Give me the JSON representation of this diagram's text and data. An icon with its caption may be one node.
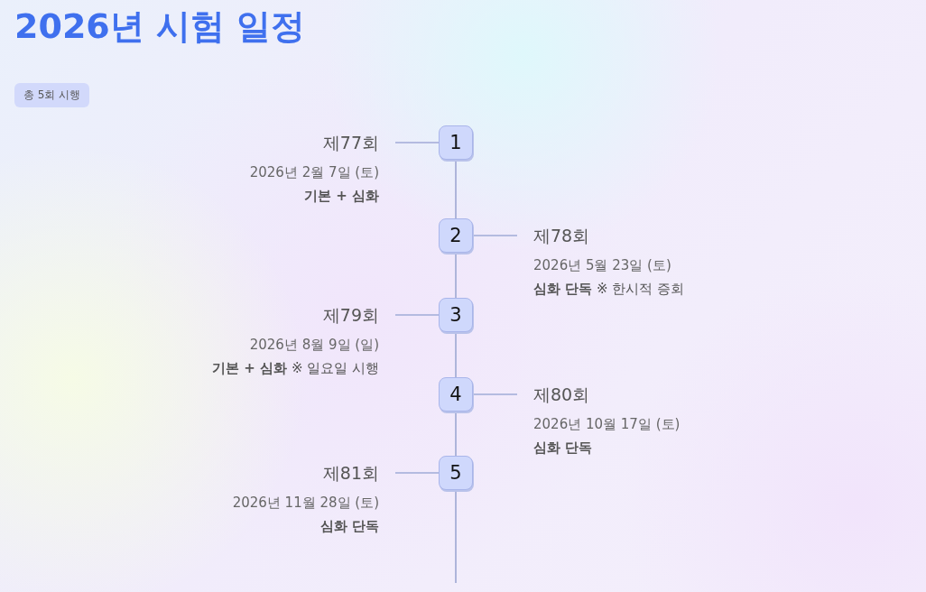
{
  "diagram": {
    "title": "2026년 시험 일정",
    "nodes": [
      {
        "text": [
          "총 5회 시행"
        ]
      },
      {
        "text": [
          "1"
        ]
      },
      {
        "text": [
          "제77회",
          "2026년 2월 7일 (토)",
          "기본 + 심화"
        ]
      },
      {
        "text": [
          "2"
        ]
      },
      {
        "text": [
          "제78회",
          "2026년 5월 23일 (토)",
          "**심화 단독** ※ 한시적 증회"
        ]
      },
      {
        "text": [
          "3"
        ]
      },
      {
        "text": [
          "제79회",
          "2026년 8월 9일 (일)",
          "**기본 + 심화** ※ 일요일 시행"
        ]
      },
      {
        "text": [
          "4"
        ]
      },
      {
        "text": [
          "제80회",
          "2026년 10월 17일 (토)",
          "심화 단독"
        ]
      },
      {
        "text": [
          "5"
        ]
      },
      {
        "text": [
          "제81회",
          "2026년 11월 28일 (토)",
          "심화 단독"
        ]
      }
    ],
    "edges": [
      {
        "from": 1,
        "to": 2,
        "arrow": "none"
      },
      {
        "from": 3,
        "to": 4,
        "arrow": "none"
      },
      {
        "from": 5,
        "to": 6,
        "arrow": "none"
      },
      {
        "from": 7,
        "to": 8,
        "arrow": "none"
      },
      {
        "from": 9,
        "to": 10,
        "arrow": "none"
      },
      {
        "from": 1,
        "to": 3,
        "arrow": "none"
      },
      {
        "from": 3,
        "to": 5,
        "arrow": "none"
      },
      {
        "from": 5,
        "to": 7,
        "arrow": "none"
      },
      {
        "from": 7,
        "to": 9,
        "arrow": "none"
      },
      {
        "from": 9,
        "to": null,
        "arrow": "none"
      }
    ]
  }
}
